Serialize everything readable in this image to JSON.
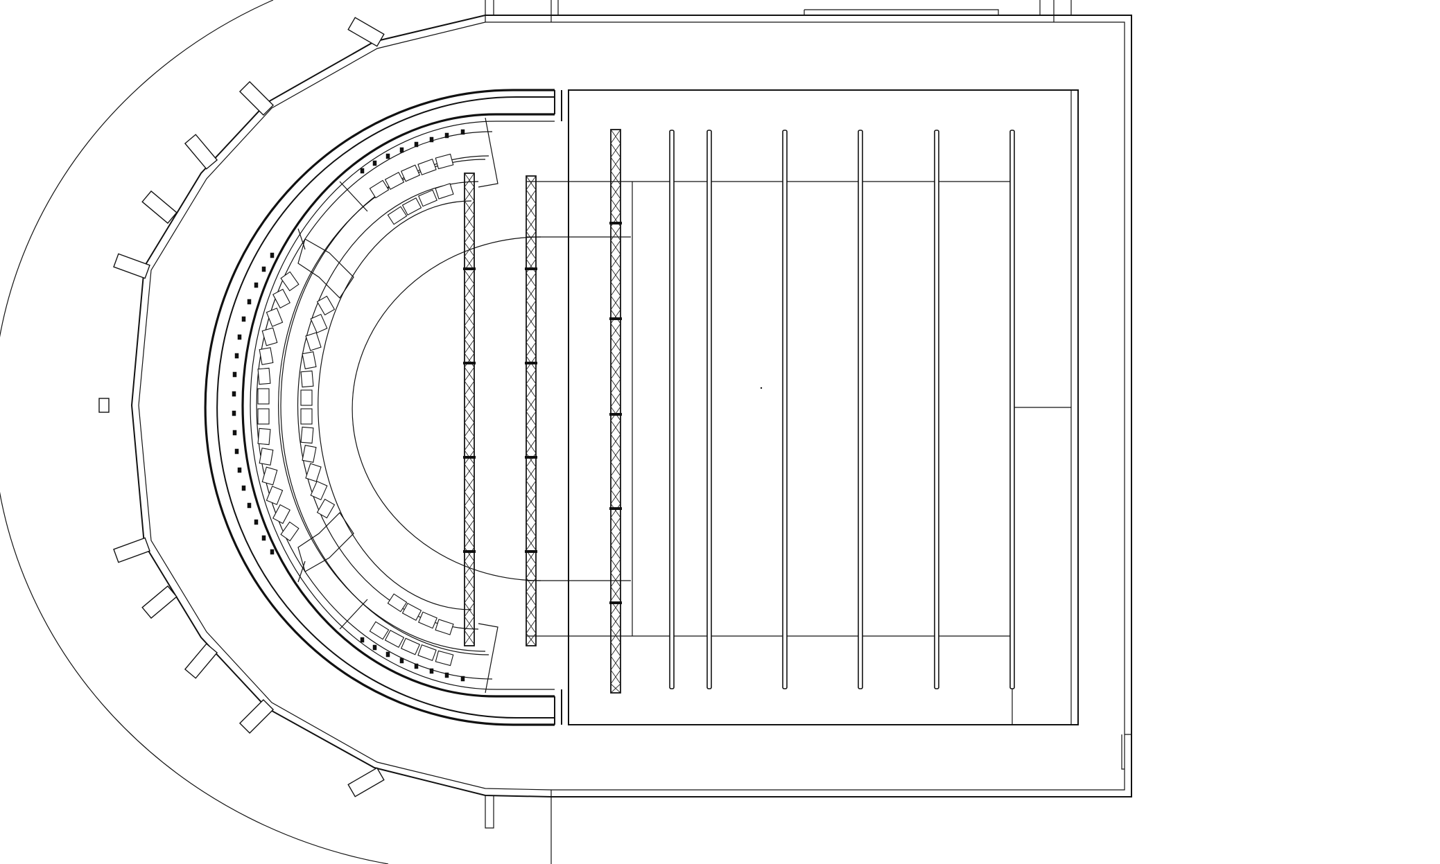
{
  "drawing": {
    "type": "architectural-floor-plan",
    "subject": "thrust-stage-theatre",
    "text_labels": []
  },
  "style": {
    "background": "#ffffff",
    "line_color": "#111111"
  },
  "elements": {
    "outer_site_arc": "curved-site-boundary",
    "outer_wall": "curved-outer-wall-with-piers",
    "auditorium_wall": "auditorium-double-wall",
    "upper_seating": "upper-seating-tier",
    "lower_seating": "lower-seating-tier",
    "thrust_stage": "semicircular-thrust-stage",
    "stage_house": "rectangular-stage-house",
    "trusses": [
      "lighting-truss",
      "lighting-truss",
      "proscenium-truss"
    ],
    "fly_battens": [
      "batten",
      "batten",
      "batten",
      "batten",
      "batten",
      "batten"
    ],
    "wing_walls": "stage-wing-walls"
  }
}
